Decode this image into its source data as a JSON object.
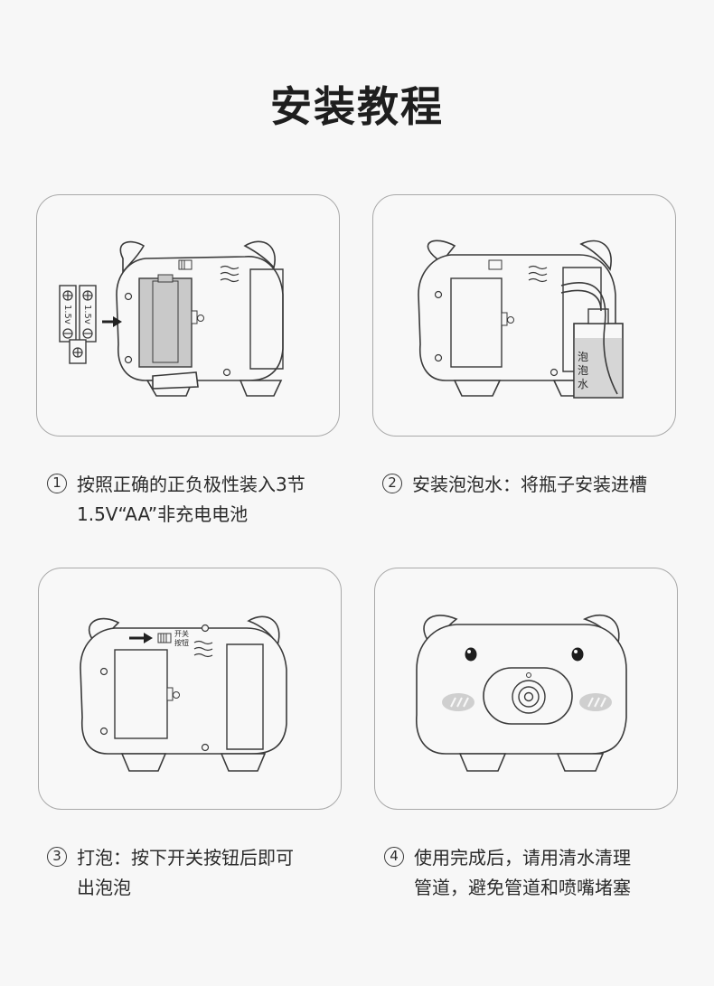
{
  "page": {
    "title": "安装教程"
  },
  "steps": [
    {
      "num": "1",
      "lines": [
        "按照正确的正负极性装入3节",
        "1.5V“AA”非充电电池"
      ]
    },
    {
      "num": "2",
      "lines": [
        "安装泡泡水：将瓶子安装进槽"
      ]
    },
    {
      "num": "3",
      "lines": [
        "打泡：按下开关按钮后即可",
        "出泡泡"
      ]
    },
    {
      "num": "4",
      "lines": [
        "使用完成后，请用清水清理",
        "管道，避免管道和喷嘴堵塞"
      ]
    }
  ],
  "illustrations": {
    "battery_labels": [
      "1.5v",
      "1.5v"
    ],
    "bottle_label": [
      "泡",
      "泡",
      "水"
    ],
    "switch_label": [
      "开关",
      "按钮"
    ]
  },
  "colors": {
    "outline": "#3a3a3a",
    "battery": "#c9c9c9",
    "liquid": "#d6d6d6",
    "cheek": "#cfcfcf"
  }
}
